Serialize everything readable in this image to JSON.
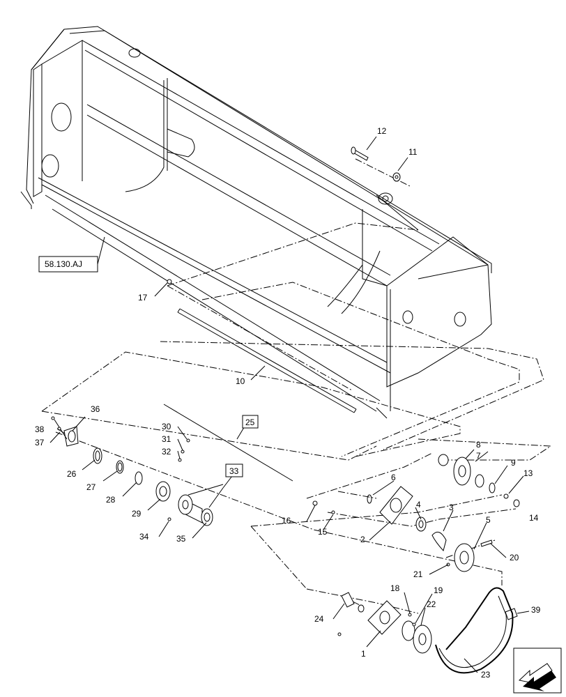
{
  "ref_link": "58.130.AJ",
  "groups": {
    "g25": "25",
    "g33": "33"
  },
  "callouts": {
    "c1": "1",
    "c2": "2",
    "c3": "3",
    "c4": "4",
    "c5": "5",
    "c6": "6",
    "c7": "7",
    "c8": "8",
    "c9": "9",
    "c10": "10",
    "c11": "11",
    "c12": "12",
    "c13": "13",
    "c14": "14",
    "c15": "15",
    "c16": "16",
    "c17": "17",
    "c18": "18",
    "c19": "19",
    "c20": "20",
    "c21": "21",
    "c22": "22",
    "c23": "23",
    "c24": "24",
    "c26": "26",
    "c27": "27",
    "c28": "28",
    "c29": "29",
    "c30": "30",
    "c31": "31",
    "c32": "32",
    "c34": "34",
    "c35": "35",
    "c36": "36",
    "c37": "37",
    "c38": "38",
    "c39": "39"
  },
  "icons": {
    "nav": "forward-arrow-icon"
  }
}
